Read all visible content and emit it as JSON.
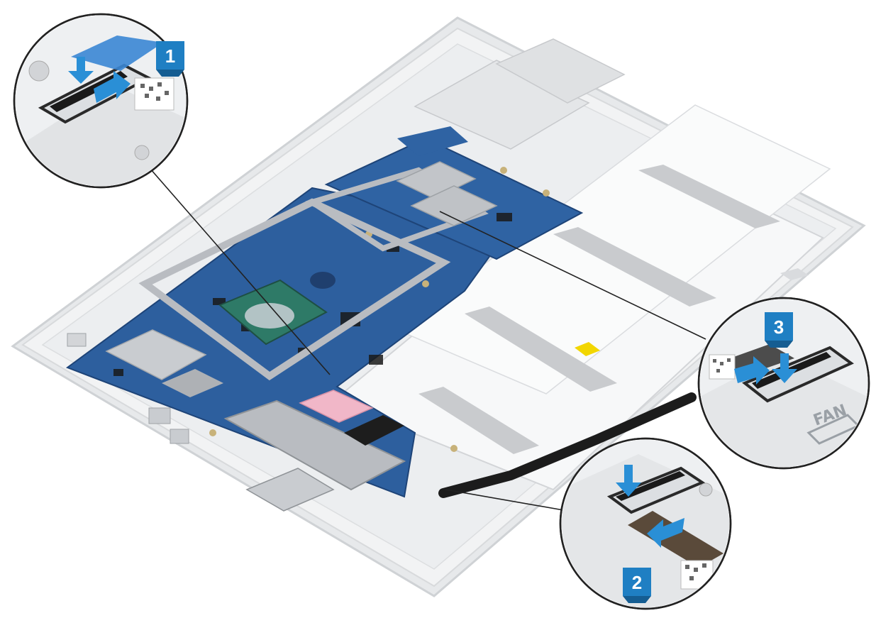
{
  "steps": [
    {
      "id": "1",
      "label": "1"
    },
    {
      "id": "2",
      "label": "2"
    },
    {
      "id": "3",
      "label": "3"
    }
  ],
  "fan_connector_label": "FAN",
  "colors": {
    "badge": "#1f7fc3",
    "arrow": "#2a8fd6",
    "board": "#2d5f9e",
    "shield": "#b9bcc1",
    "chassis": "#eef0f2",
    "battery": "#f4f5f6",
    "tape": "#c9cbce",
    "flex": "#1c1c1c",
    "thermal_pad": "#f1b7c8",
    "cpu": "#2e7a67"
  },
  "icons": [
    "arrow-push-icon",
    "step-badge-icon"
  ]
}
